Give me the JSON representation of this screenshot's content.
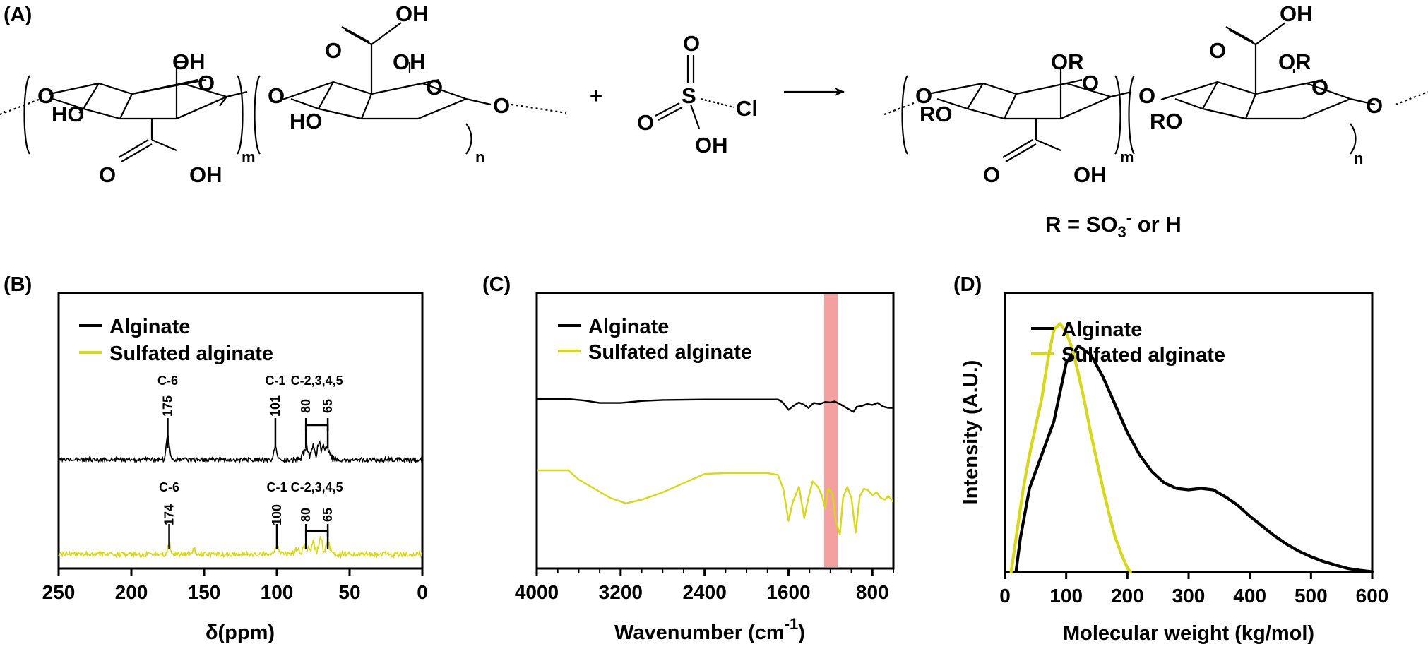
{
  "panels": {
    "a": {
      "label": "(A)",
      "atoms_left": {
        "oh_top": "OH",
        "o_ring1": "O",
        "o_link_left": "O",
        "ho_1": "HO",
        "o_carbonyl_1": "O",
        "oh_carboxyl_1": "OH",
        "o_link_mid": "O",
        "o_carbonyl_2": "O",
        "oh_carboxyl_2": "OH",
        "oh_ring2": "OH",
        "o_ring2": "O",
        "ho_2": "HO",
        "o_link_right": "O",
        "sub_m": "m",
        "sub_n": "n"
      },
      "plus": "+",
      "reagent": {
        "o_top": "O",
        "s": "S",
        "cl": "Cl",
        "o_left": "O",
        "oh": "OH"
      },
      "atoms_right": {
        "or_1": "OR",
        "o_ring1": "O",
        "o_link_left": "O",
        "ro_1": "RO",
        "o_carbonyl_1": "O",
        "oh_carboxyl_1": "OH",
        "o_link_mid": "O",
        "o_carbonyl_2": "O",
        "oh_carboxyl_2": "OH",
        "or_2": "OR",
        "o_ring2": "O",
        "ro_2": "RO",
        "o_link_right": "O",
        "sub_m": "m",
        "sub_n": "n"
      },
      "r_def": {
        "prefix": "R = SO",
        "sub": "3",
        "sup": "-",
        "suffix": " or H"
      }
    },
    "b": {
      "label": "(B)"
    },
    "c": {
      "label": "(C)"
    },
    "d": {
      "label": "(D)"
    }
  },
  "colors": {
    "alginate": "#000000",
    "sulfated": "#d7d71c",
    "highlight": "#f4a0a0"
  },
  "chart_data": [
    {
      "type": "line",
      "xlabel": "δ(ppm)",
      "ylabel": "",
      "xlim": [
        250,
        0
      ],
      "x_reversed": true,
      "xticks": [
        "250",
        "200",
        "150",
        "100",
        "50",
        "0"
      ],
      "tick_values": [
        250,
        200,
        150,
        100,
        50,
        0
      ],
      "legend": [
        "Alginate",
        "Sulfated alginate"
      ],
      "legend_position": "top-left",
      "series": [
        {
          "name": "Alginate",
          "color": "#000000",
          "baseline": 0,
          "peaks": [
            {
              "x": 175,
              "height": 0.9
            },
            {
              "x": 101,
              "height": 0.5
            },
            {
              "x": 80,
              "height": 0.45
            },
            {
              "x": 75,
              "height": 0.5
            },
            {
              "x": 71,
              "height": 0.55
            },
            {
              "x": 68,
              "height": 0.5
            },
            {
              "x": 65,
              "height": 0.4
            }
          ],
          "annotations": [
            {
              "group": "C-6",
              "values": [
                "175"
              ],
              "x": [
                175
              ]
            },
            {
              "group": "C-1",
              "values": [
                "101"
              ],
              "x": [
                101
              ]
            },
            {
              "group": "C-2,3,4,5",
              "values": [
                "80",
                "65"
              ],
              "x": [
                80,
                65
              ]
            }
          ]
        },
        {
          "name": "Sulfated alginate",
          "color": "#d7d71c",
          "baseline": 0,
          "peaks": [
            {
              "x": 174,
              "height": 0.55
            },
            {
              "x": 157,
              "height": 0.25
            },
            {
              "x": 100,
              "height": 0.45
            },
            {
              "x": 80,
              "height": 0.35
            },
            {
              "x": 75,
              "height": 0.4
            },
            {
              "x": 70,
              "height": 0.65
            },
            {
              "x": 65,
              "height": 0.35
            }
          ],
          "annotations": [
            {
              "group": "C-6",
              "values": [
                "174"
              ],
              "x": [
                174
              ]
            },
            {
              "group": "C-1",
              "values": [
                "100"
              ],
              "x": [
                100
              ]
            },
            {
              "group": "C-2,3,4,5",
              "values": [
                "80",
                "65"
              ],
              "x": [
                80,
                65
              ]
            }
          ]
        }
      ]
    },
    {
      "type": "line",
      "xlabel_main": "Wavenumber (cm",
      "xlabel_sup": "-1",
      "xlabel_end": ")",
      "ylabel": "",
      "xlim": [
        4000,
        600
      ],
      "x_reversed": true,
      "xticks": [
        "4000",
        "3200",
        "2400",
        "1600",
        "800"
      ],
      "tick_values": [
        4000,
        3200,
        2400,
        1600,
        800
      ],
      "highlight_band": [
        1130,
        1260
      ],
      "legend": [
        "Alginate",
        "Sulfated alginate"
      ],
      "legend_position": "top-left",
      "series": [
        {
          "name": "Alginate",
          "color": "#000000",
          "x": [
            4000,
            3700,
            3550,
            3400,
            3200,
            3000,
            2800,
            2400,
            2000,
            1700,
            1660,
            1600,
            1560,
            1500,
            1450,
            1410,
            1360,
            1300,
            1250,
            1200,
            1160,
            1120,
            1080,
            1030,
            980,
            950,
            900,
            850,
            800,
            750,
            700,
            650,
            600
          ],
          "y": [
            100,
            100,
            97,
            92,
            92,
            96,
            98,
            99,
            99,
            99,
            94,
            78,
            85,
            93,
            88,
            82,
            92,
            90,
            94,
            93,
            95,
            91,
            86,
            80,
            74,
            84,
            86,
            90,
            88,
            92,
            85,
            82,
            82
          ]
        },
        {
          "name": "Sulfated alginate",
          "color": "#d7d71c",
          "x": [
            4000,
            3700,
            3600,
            3450,
            3300,
            3150,
            3000,
            2800,
            2600,
            2400,
            2200,
            2000,
            1800,
            1700,
            1650,
            1600,
            1560,
            1500,
            1450,
            1410,
            1370,
            1320,
            1280,
            1250,
            1220,
            1180,
            1150,
            1110,
            1080,
            1040,
            1000,
            960,
            920,
            880,
            840,
            800,
            760,
            720,
            680,
            650,
            600
          ],
          "y": [
            100,
            100,
            90,
            80,
            70,
            64,
            68,
            76,
            86,
            96,
            97,
            97,
            97,
            95,
            80,
            45,
            65,
            82,
            48,
            70,
            88,
            82,
            72,
            58,
            80,
            74,
            45,
            30,
            70,
            82,
            70,
            32,
            72,
            80,
            78,
            73,
            76,
            70,
            68,
            72,
            66
          ]
        }
      ]
    },
    {
      "type": "line",
      "xlabel": "Molecular weight (kg/mol)",
      "ylabel": "Intensity (A.U.)",
      "xlim": [
        0,
        600
      ],
      "xticks": [
        "0",
        "100",
        "200",
        "300",
        "400",
        "500",
        "600"
      ],
      "tick_values": [
        0,
        100,
        200,
        300,
        400,
        500,
        600
      ],
      "legend": [
        "Alginate",
        "Sulfated alginate"
      ],
      "legend_position": "top-left",
      "series": [
        {
          "name": "Alginate",
          "color": "#000000",
          "x": [
            18,
            25,
            40,
            60,
            80,
            100,
            120,
            140,
            160,
            180,
            200,
            220,
            240,
            260,
            280,
            300,
            320,
            340,
            360,
            380,
            400,
            420,
            440,
            460,
            480,
            500,
            520,
            540,
            560,
            580,
            600
          ],
          "y": [
            0,
            12,
            30,
            42,
            54,
            75,
            81,
            78,
            70,
            60,
            50,
            42,
            36,
            32,
            30,
            29.5,
            30,
            29.5,
            27,
            24,
            20,
            16.5,
            13,
            10,
            7.5,
            5.5,
            3.8,
            2.5,
            1.3,
            0.6,
            0.1
          ]
        },
        {
          "name": "Sulfated alginate",
          "color": "#d7d71c",
          "x": [
            10,
            20,
            30,
            40,
            50,
            60,
            70,
            80,
            90,
            100,
            110,
            120,
            130,
            140,
            150,
            160,
            170,
            180,
            190,
            200,
            205
          ],
          "y": [
            0,
            15,
            30,
            42,
            52,
            62,
            76,
            87,
            89,
            86,
            80,
            71,
            61,
            50,
            40,
            30,
            21,
            12.5,
            6.5,
            1.5,
            0
          ]
        }
      ]
    }
  ]
}
